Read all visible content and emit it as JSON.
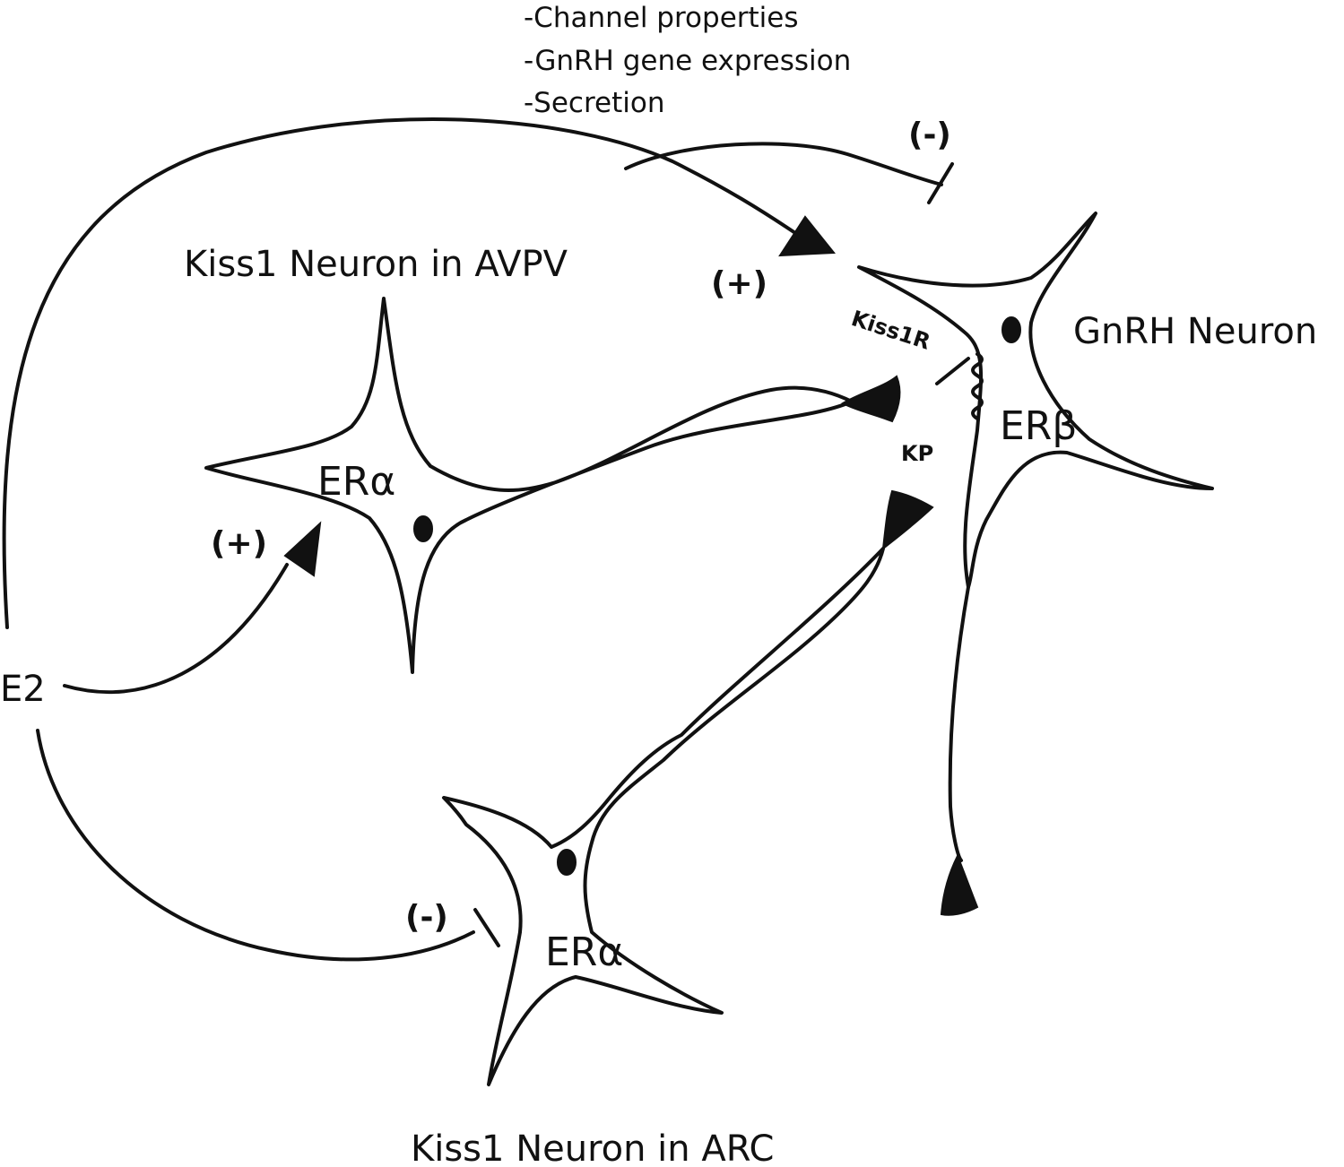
{
  "effects_list": [
    "-Channel properties",
    "-GnRH gene expression",
    "-Secretion"
  ],
  "neurons": {
    "avpv_label": "Kiss1 Neuron in AVPV",
    "arc_label": "Kiss1 Neuron in ARC",
    "gnrh_label": "GnRH Neuron"
  },
  "receptors": {
    "avpv_er": "ERα",
    "arc_er": "ERα",
    "gnrh_er": "ERβ",
    "kiss1r": "Kiss1R",
    "kp": "KP"
  },
  "hormone": "E2",
  "signs": {
    "gnrh_activation": "(+)",
    "gnrh_inhibition": "(-)",
    "avpv_activation": "(+)",
    "arc_inhibition": "(-)"
  },
  "colors": {
    "ink": "#111111",
    "background": "#ffffff"
  }
}
